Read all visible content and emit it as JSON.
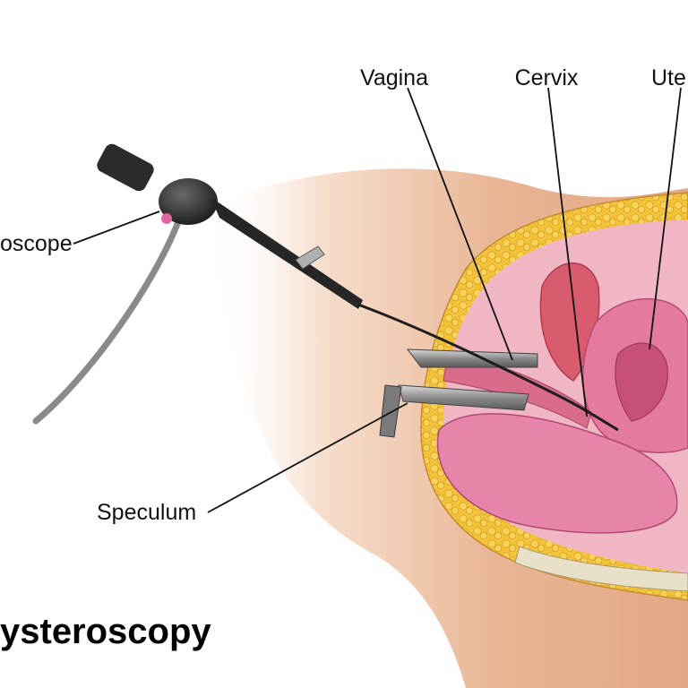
{
  "labels": {
    "vagina": "Vagina",
    "cervix": "Cervix",
    "uterus": "Ute",
    "hysteroscope": "oscope",
    "speculum": "Speculum"
  },
  "title": "ysteroscopy",
  "colors": {
    "skin": "#e8b594",
    "fat": "#f2c23a",
    "pink_tissue": "#e57aa0",
    "instrument": "#2b2b2b",
    "speculum_metal": "#8a8a8a"
  }
}
